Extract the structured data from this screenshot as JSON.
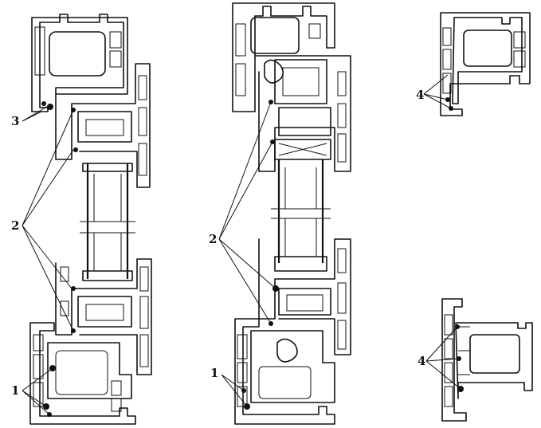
{
  "labels": {
    "left_3": "3",
    "left_2": "2",
    "left_1": "1",
    "middle_2": "2",
    "middle_1": "1",
    "right_top_4": "4",
    "right_bottom_4": "4"
  }
}
